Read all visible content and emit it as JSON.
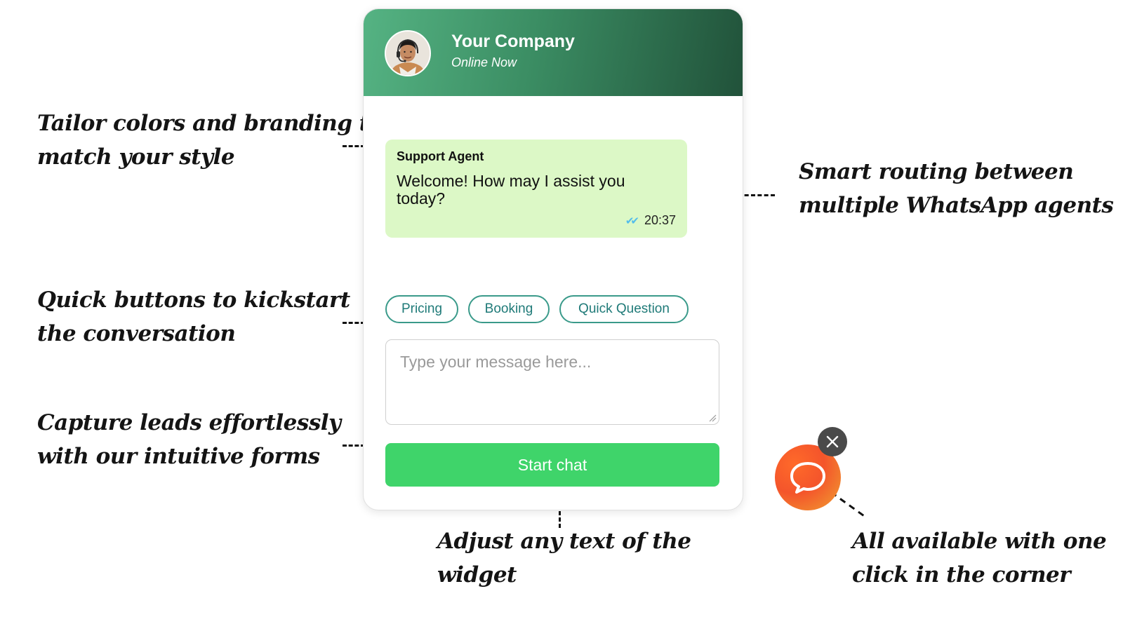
{
  "annotations": {
    "branding": [
      "Tailor colors and branding to",
      "match your style"
    ],
    "quick_buttons": [
      "Quick buttons to kickstart",
      "the conversation"
    ],
    "leads": [
      "Capture leads effortlessly",
      "with our intuitive forms"
    ],
    "routing": [
      "Smart routing between",
      "multiple WhatsApp agents"
    ],
    "text": [
      "Adjust any text of the",
      "widget"
    ],
    "corner": [
      "All available with one",
      "click in the corner"
    ]
  },
  "widget": {
    "header": {
      "company_name": "Your Company",
      "status": "Online Now",
      "gradient": [
        "#55b383",
        "#21523a"
      ]
    },
    "message": {
      "agent_name": "Support Agent",
      "text": "Welcome! How may I assist you today?",
      "time": "20:37",
      "ticks_icon": "double-check-icon",
      "bubble_color": "#dcf8c6"
    },
    "quick_buttons": [
      "Pricing",
      "Booking",
      "Quick Question"
    ],
    "input": {
      "placeholder": "Type your message here...",
      "value": ""
    },
    "start_button": {
      "label": "Start chat",
      "color": "#3fd46a"
    }
  },
  "launcher": {
    "icon": "chat-bubble-icon",
    "close_icon": "close-icon",
    "colors": [
      "#f4552b",
      "#f0a030"
    ]
  }
}
